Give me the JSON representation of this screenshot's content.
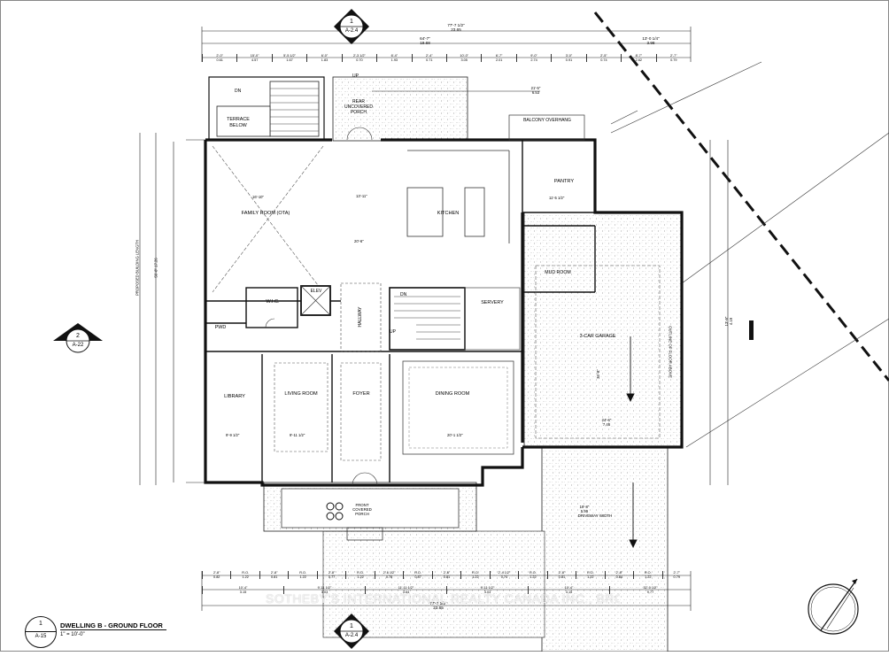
{
  "drawing": {
    "title": "DWELLING B - GROUND FLOOR",
    "scale": "1\" = 10'-0\"",
    "title_tag": {
      "number": "1",
      "sheet": "A-15"
    }
  },
  "section_tags": {
    "top": {
      "number": "1",
      "sheet": "A-2.4"
    },
    "bottom": {
      "number": "1",
      "sheet": "A-2.4"
    },
    "left": {
      "number": "2",
      "sheet": "A-22"
    }
  },
  "rooms": {
    "terrace": "TERRACE BELOW",
    "rear_porch": "REAR UNCOVERED PORCH",
    "balcony": "BALCONY OVERHANG",
    "family": "FAMILY ROOM (OTA)",
    "kitchen": "KITCHEN",
    "pantry": "PANTRY",
    "mud": "MUD ROOM",
    "wic": "W.I.C.",
    "elev": "ELEV",
    "servery": "SERVERY",
    "pwd": "PWD",
    "hallway": "HALLWAY",
    "garage": "3-CAR GARAGE",
    "library": "LIBRARY",
    "living": "LIVING ROOM",
    "foyer": "FOYER",
    "dining": "DINING ROOM",
    "front_porch": "FRONT COVERED PORCH",
    "driveway": "DRIVEWAY WIDTH",
    "floor_above": "OUTLINE OF FLOOR ABOVE",
    "building_length": "PROPOSED BUILDING LENGTH"
  },
  "labels": {
    "up_top": "UP",
    "up_stair": "UP",
    "dn_top": "DN",
    "dn_stair": "DN"
  },
  "dimensions": {
    "top_overall": "77'-7 1/2\"",
    "top_overall_m": "23.65",
    "top_sub_left": "64'-7\"",
    "top_sub_left_m": "19.68",
    "top_sub_right": "13'-0 1/4\"",
    "top_sub_right_m": "3.98",
    "rear_porch_width": "21'-5\"",
    "rear_porch_width_m": "6.53",
    "top_row": [
      "2'-0\"",
      "15'-0\"",
      "5'-5 1/2\"",
      "6'-0\"",
      "2'-3 1/2\"",
      "6'-4\"",
      "2'-4\"",
      "10'-0\"",
      "6'-7\"",
      "9'-0\"",
      "3'-0\"",
      "2'-5\"",
      "8'-7\"",
      "2'-7\""
    ],
    "top_row_m": [
      "0.61",
      "4.57",
      "1.67",
      "1.83",
      "0.70",
      "1.93",
      "0.71",
      "3.05",
      "2.01",
      "2.74",
      "0.91",
      "0.74",
      "2.62",
      "0.79"
    ],
    "bottom_row": [
      "2'-8\"",
      "R.O.",
      "2'-8\"",
      "R.O.",
      "2'-8\"",
      "R.O.",
      "2'-6 1/2\"",
      "R.O.",
      "2'-8\"",
      "R.O.",
      "2'-4 1/2\"",
      "R.O.",
      "2'-8\"",
      "R.O.",
      "2'-8\"",
      "R.O.",
      "2'-7\""
    ],
    "bottom_row_m": [
      "0.82",
      "1.22",
      "0.81",
      "1.22",
      "0.77",
      "1.22",
      "0.78",
      "0.87",
      "0.81",
      "1.22",
      "0.74",
      "1.22",
      "0.81",
      "1.22",
      "0.84",
      "1.22",
      "0.79"
    ],
    "bottom_mid": [
      "10'-4\"",
      "9'-11 1/2\"",
      "11'-11 1/2\"",
      "9'-11 1/2\"",
      "10'-4\"",
      "32'-0 1/2\""
    ],
    "bottom_mid_m": [
      "3.15",
      "3.03",
      "3.64",
      "3.03",
      "3.15",
      "9.77"
    ],
    "bottom_overall": "77'-7 1/2\"",
    "bottom_overall_m": "23.65",
    "family_room": "16'-10\"",
    "family_room_2": "20'-6\"",
    "kitchen": "13'-11\"",
    "pantry": "11'-5 1/2\"",
    "garage_width": "24'-6\"",
    "garage_width_m": "7.46",
    "garage_depth": "36'-8\"",
    "building_length": "56'-8\"",
    "building_length_m": "17.26",
    "library": "9'-9 1/2\"",
    "living": "9'-11 1/2\"",
    "dining": "20'-1 1/2\"",
    "driveway": "19'-8\"",
    "driveway_m": "5.99",
    "side": "13'-9\"",
    "side_m": "4.19"
  },
  "watermark": "SOTHEBY'S INTERNATIONAL REALTY CANADA INC., BROKERAGE",
  "colors": {
    "ink": "#1a1a1a",
    "concrete": "#e4e4e4",
    "wall": "#111111"
  }
}
